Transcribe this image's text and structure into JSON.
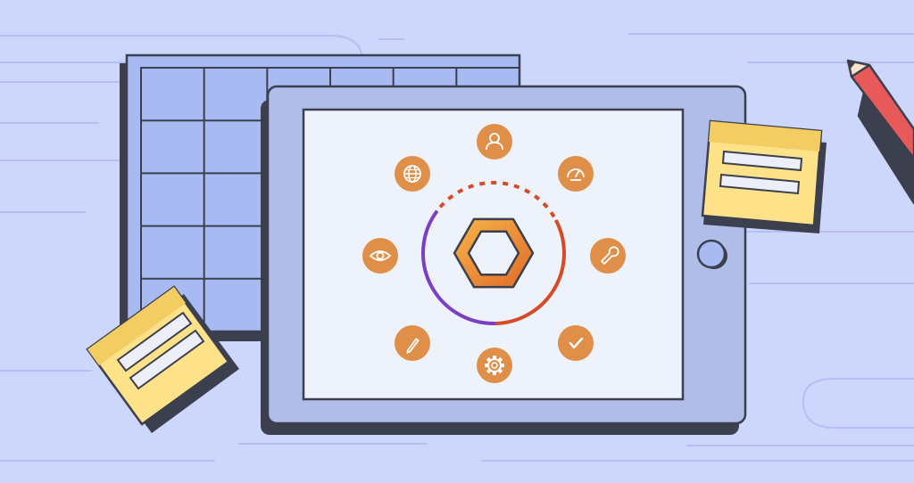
{
  "colors": {
    "background": "#cdd6fb",
    "background_line": "#b4bff5",
    "grid_fill": "#a8baf2",
    "grid_outline": "#3c3f4e",
    "tablet_body": "#b0bde8",
    "tablet_screen": "#eef2fb",
    "tablet_shadow": "#3c3f4e",
    "home_button": "#a8baf2",
    "icon_circle": "#e08f48",
    "icon_glyph": "#ffffff",
    "hexagon_light": "#f7b54a",
    "hexagon_dark": "#e06a28",
    "ring_purple": "#7a3fc4",
    "ring_red": "#d84a26",
    "sticky_note": "#fde28a",
    "sticky_note_top": "#f3cc62",
    "sticky_line": "#eceff8",
    "pencil_body": "#e85a5a",
    "pencil_wood": "#f7e4c8"
  },
  "illustration": {
    "center_icon": "hexagon-icon",
    "progress_ring": {
      "solid_fraction": 0.68,
      "segments": [
        "purple",
        "red"
      ]
    },
    "orbit_icons": [
      "user-icon",
      "speedometer-icon",
      "wrench-icon",
      "checkmark-icon",
      "gear-icon",
      "pencil-icon",
      "eye-icon",
      "globe-icon"
    ],
    "sticky_notes": 2,
    "calendar_grid": {
      "columns": 6,
      "rows": 5
    }
  }
}
